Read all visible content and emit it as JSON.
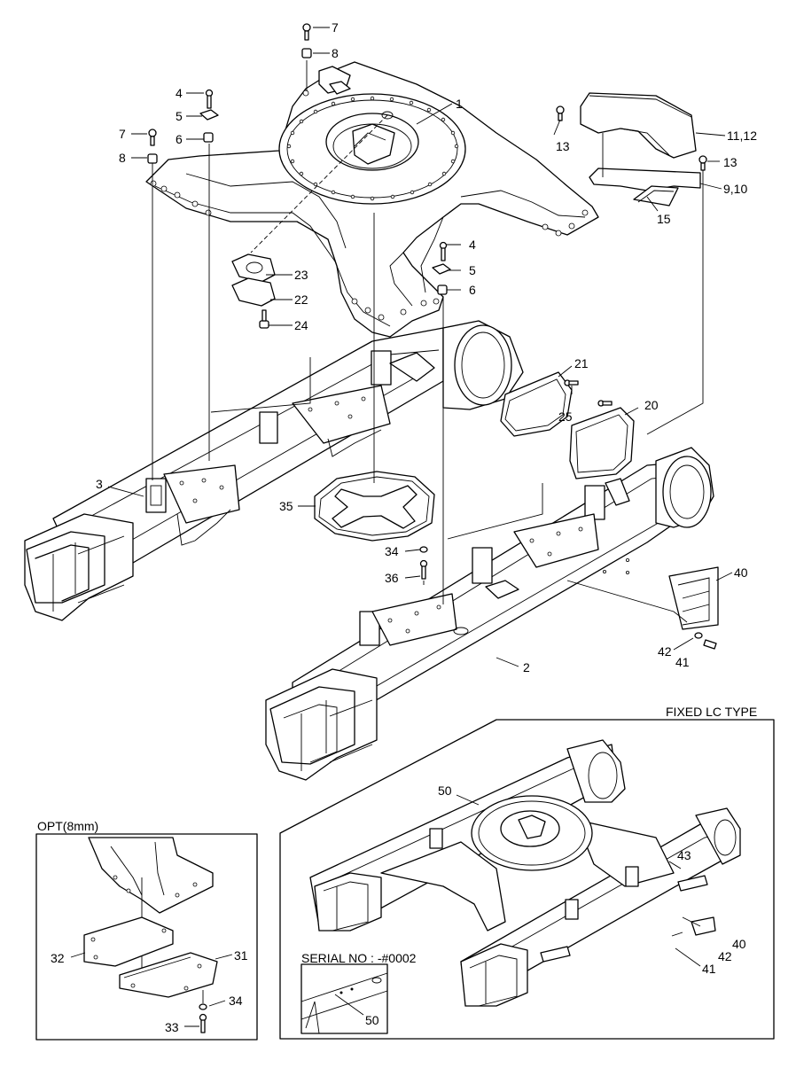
{
  "part_labels": {
    "p1": "1",
    "p2": "2",
    "p3": "3",
    "p4a": "4",
    "p4b": "4",
    "p5a": "5",
    "p5b": "5",
    "p6a": "6",
    "p6b": "6",
    "p7a": "7",
    "p7b": "7",
    "p8a": "8",
    "p8b": "8",
    "p9_10": "9,10",
    "p11_12": "11,12",
    "p13a": "13",
    "p13b": "13",
    "p15": "15",
    "p20": "20",
    "p21": "21",
    "p22": "22",
    "p23": "23",
    "p24": "24",
    "p25": "25",
    "p31": "31",
    "p32": "32",
    "p33": "33",
    "p34a": "34",
    "p34b": "34",
    "p35": "35",
    "p36": "36",
    "p40a": "40",
    "p40b": "40",
    "p41a": "41",
    "p41b": "41",
    "p42a": "42",
    "p42b": "42",
    "p43": "43",
    "p50a": "50",
    "p50b": "50"
  },
  "panels": {
    "fixed_lc_title": "FIXED LC TYPE",
    "opt_title": "OPT(8mm)",
    "serial_title": "SERIAL NO : -#0002"
  }
}
